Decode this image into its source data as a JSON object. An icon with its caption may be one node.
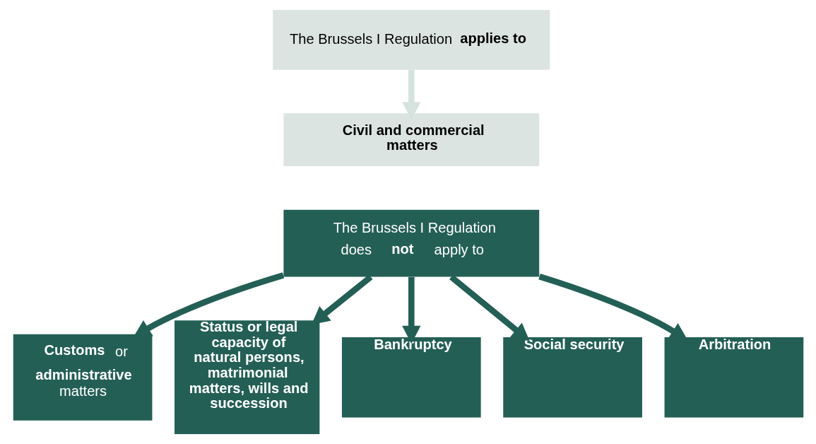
{
  "diagram": {
    "nodes": [
      {
        "text": [
          "The Brussels I Regulation **applies to**"
        ]
      },
      {
        "text": [
          "**Civil and commercial matters**"
        ]
      },
      {
        "text": [
          "The Brussels I Regulation does **not** apply to"
        ]
      },
      {
        "text": [
          "**Customs** or **administrative** matters"
        ]
      },
      {
        "text": [
          "**Status or legal capacity of natural persons, matrimonial matters, wills and succession**"
        ]
      },
      {
        "text": [
          "**Bankruptcy**"
        ]
      },
      {
        "text": [
          "**Social security**"
        ]
      },
      {
        "text": [
          "**Arbitration**"
        ]
      }
    ],
    "edges": [
      {
        "from": 0,
        "to": 1,
        "arrow": "to",
        "color": "#d6e2dd"
      },
      {
        "from": 2,
        "to": 3,
        "arrow": "to"
      },
      {
        "from": 2,
        "to": 4,
        "arrow": "to"
      },
      {
        "from": 2,
        "to": 5,
        "arrow": "to"
      },
      {
        "from": 2,
        "to": 6,
        "arrow": "to"
      },
      {
        "from": 2,
        "to": 7,
        "arrow": "to"
      }
    ]
  }
}
